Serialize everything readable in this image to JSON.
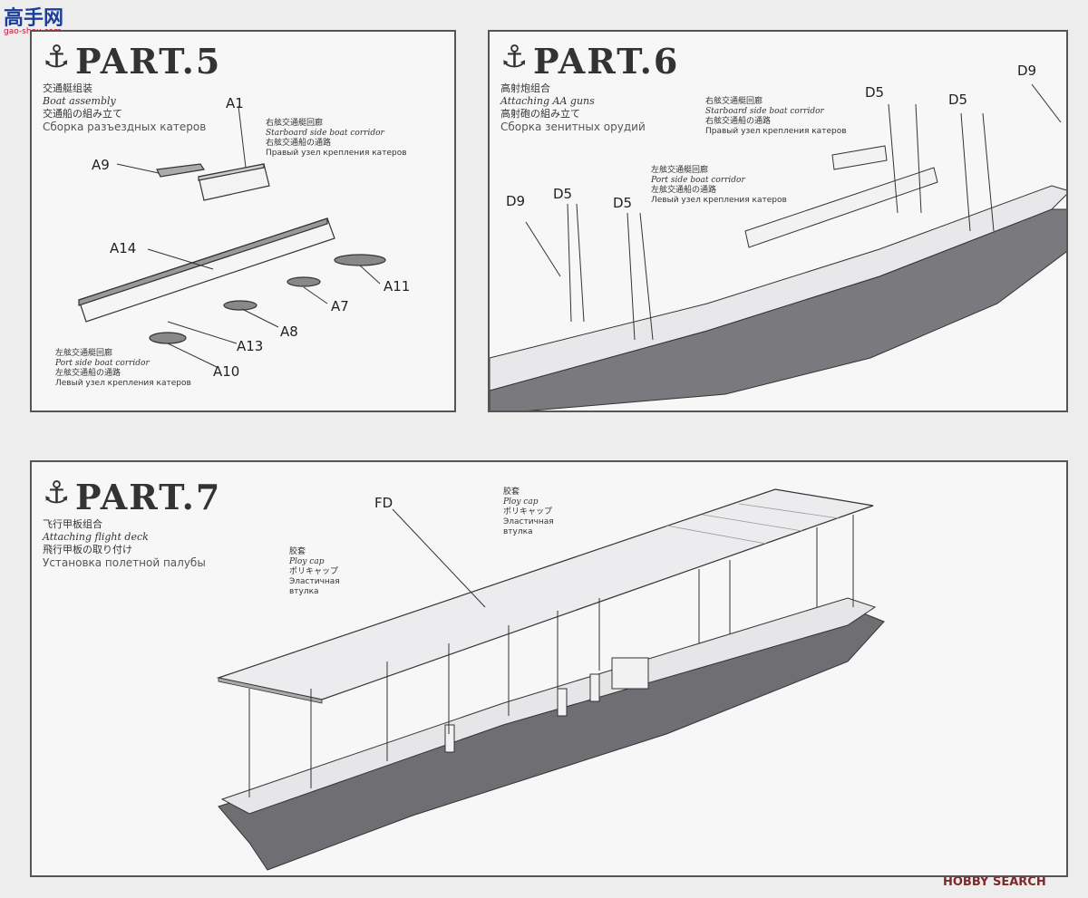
{
  "watermark_top": {
    "chars": "高手网",
    "url": "gao-shou.com"
  },
  "watermark_bottom": "HOBBY SEARCH",
  "part5": {
    "title": "PART.5",
    "sub": [
      "交通艇组装",
      "Boat assembly",
      "交通船の組み立て",
      "Сборка разъездных катеров"
    ],
    "labels": [
      "A1",
      "A9",
      "A14",
      "A11",
      "A7",
      "A8",
      "A13",
      "A10"
    ],
    "starboard_note": [
      "右舷交通艇回廊",
      "Starboard side boat corridor",
      "右舷交通船の通路",
      "Правый узел крепления катеров"
    ],
    "port_note": [
      "左舷交通艇回廊",
      "Port side boat corridor",
      "左舷交通船の通路",
      "Левый узел крепления катеров"
    ]
  },
  "part6": {
    "title": "PART.6",
    "sub": [
      "高射炮组合",
      "Attaching AA guns",
      "高射砲の組み立て",
      "Сборка зенитных орудий"
    ],
    "labels": [
      "D9",
      "D5",
      "D5",
      "D9",
      "D5",
      "D5"
    ],
    "starboard_note": [
      "右舷交通艇回廊",
      "Starboard side boat corridor",
      "右舷交通船の通路",
      "Правый узел крепления катеров"
    ],
    "port_note": [
      "左舷交通艇回廊",
      "Port side boat corridor",
      "左舷交通船の通路",
      "Левый узел крепления катеров"
    ]
  },
  "part7": {
    "title": "PART.7",
    "sub": [
      "飞行甲板组合",
      "Attaching flight deck",
      "飛行甲板の取り付け",
      "Установка полетной палубы"
    ],
    "label_fd": "FD",
    "cap_note": [
      "胶套",
      "Ploy cap",
      "ポリキャップ",
      "Эластичная",
      "втулка"
    ]
  }
}
